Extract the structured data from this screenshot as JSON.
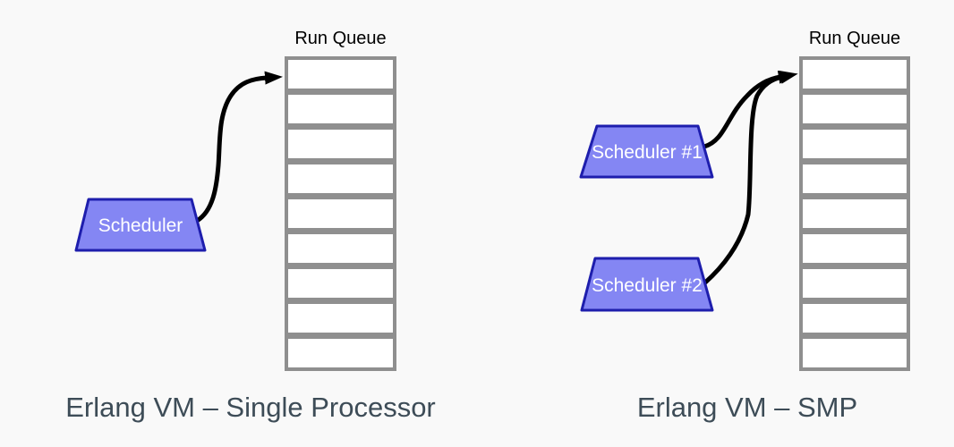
{
  "page": {
    "background_color": "#f9f9f9"
  },
  "colors": {
    "scheduler_fill": "#8486f3",
    "scheduler_border": "#1e1ead",
    "scheduler_text": "#ffffff",
    "queue_border": "#8f8f8f",
    "queue_cell_fill": "#ffffff",
    "arrow": "#000000",
    "run_queue_label_text": "#000000",
    "caption_text": "#3d4c57"
  },
  "diagrams": [
    {
      "run_queue_label": "Run Queue",
      "queue_slot_count": 9,
      "schedulers": [
        {
          "label": "Scheduler"
        }
      ],
      "caption": "Erlang VM – Single Processor"
    },
    {
      "run_queue_label": "Run Queue",
      "queue_slot_count": 9,
      "schedulers": [
        {
          "label": "Scheduler #1"
        },
        {
          "label": "Scheduler #2"
        }
      ],
      "caption": "Erlang VM – SMP"
    }
  ]
}
